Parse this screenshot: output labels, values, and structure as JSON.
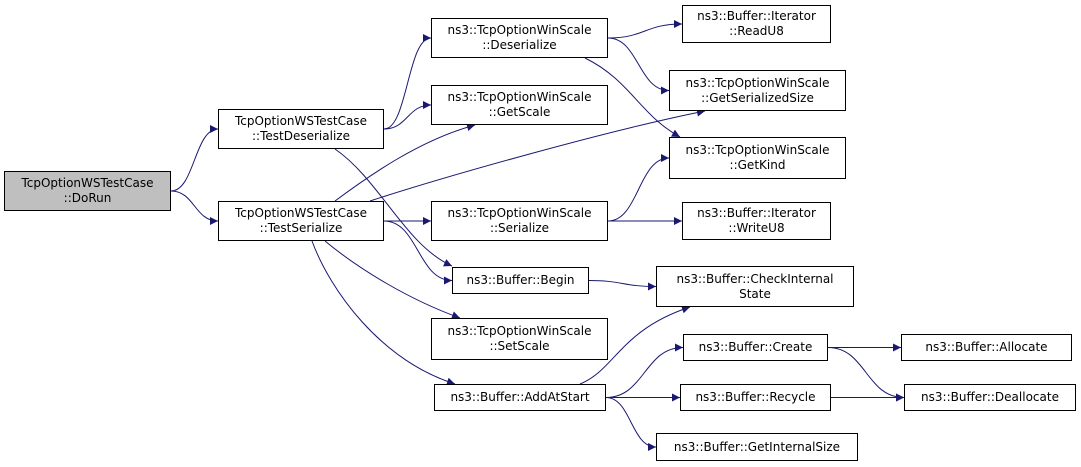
{
  "colors": {
    "edge": "#191970",
    "root_fill": "#bfbfbf",
    "node_fill": "#ffffff",
    "border": "#000000"
  },
  "nodes": {
    "dorun": {
      "lines": [
        "TcpOptionWSTestCase",
        "::DoRun"
      ],
      "root": true
    },
    "testdeser": {
      "lines": [
        "TcpOptionWSTestCase",
        "::TestDeserialize"
      ]
    },
    "testser": {
      "lines": [
        "TcpOptionWSTestCase",
        "::TestSerialize"
      ]
    },
    "deserialize": {
      "lines": [
        "ns3::TcpOptionWinScale",
        "::Deserialize"
      ]
    },
    "getscale": {
      "lines": [
        "ns3::TcpOptionWinScale",
        "::GetScale"
      ]
    },
    "serialize": {
      "lines": [
        "ns3::TcpOptionWinScale",
        "::Serialize"
      ]
    },
    "begin": {
      "lines": [
        "ns3::Buffer::Begin"
      ]
    },
    "setscale": {
      "lines": [
        "ns3::TcpOptionWinScale",
        "::SetScale"
      ]
    },
    "addatstart": {
      "lines": [
        "ns3::Buffer::AddAtStart"
      ]
    },
    "readu8": {
      "lines": [
        "ns3::Buffer::Iterator",
        "::ReadU8"
      ]
    },
    "getsersize": {
      "lines": [
        "ns3::TcpOptionWinScale",
        "::GetSerializedSize"
      ]
    },
    "getkind": {
      "lines": [
        "ns3::TcpOptionWinScale",
        "::GetKind"
      ]
    },
    "writeu8": {
      "lines": [
        "ns3::Buffer::Iterator",
        "::WriteU8"
      ]
    },
    "checkinternal": {
      "lines": [
        "ns3::Buffer::CheckInternal",
        "State"
      ]
    },
    "create": {
      "lines": [
        "ns3::Buffer::Create"
      ]
    },
    "recycle": {
      "lines": [
        "ns3::Buffer::Recycle"
      ]
    },
    "getinternal": {
      "lines": [
        "ns3::Buffer::GetInternalSize"
      ]
    },
    "allocate": {
      "lines": [
        "ns3::Buffer::Allocate"
      ]
    },
    "deallocate": {
      "lines": [
        "ns3::Buffer::Deallocate"
      ]
    }
  },
  "edges": [
    [
      "dorun",
      "testdeser"
    ],
    [
      "dorun",
      "testser"
    ],
    [
      "testdeser",
      "deserialize"
    ],
    [
      "testdeser",
      "getscale"
    ],
    [
      "testdeser",
      "begin"
    ],
    [
      "testser",
      "getscale"
    ],
    [
      "testser",
      "getsersize"
    ],
    [
      "testser",
      "serialize"
    ],
    [
      "testser",
      "begin"
    ],
    [
      "testser",
      "setscale"
    ],
    [
      "testser",
      "addatstart"
    ],
    [
      "deserialize",
      "readu8"
    ],
    [
      "deserialize",
      "getsersize"
    ],
    [
      "deserialize",
      "getkind"
    ],
    [
      "serialize",
      "getkind"
    ],
    [
      "serialize",
      "writeu8"
    ],
    [
      "begin",
      "checkinternal"
    ],
    [
      "addatstart",
      "checkinternal"
    ],
    [
      "addatstart",
      "create"
    ],
    [
      "addatstart",
      "recycle"
    ],
    [
      "addatstart",
      "getinternal"
    ],
    [
      "create",
      "allocate"
    ],
    [
      "create",
      "deallocate"
    ],
    [
      "recycle",
      "deallocate"
    ]
  ]
}
